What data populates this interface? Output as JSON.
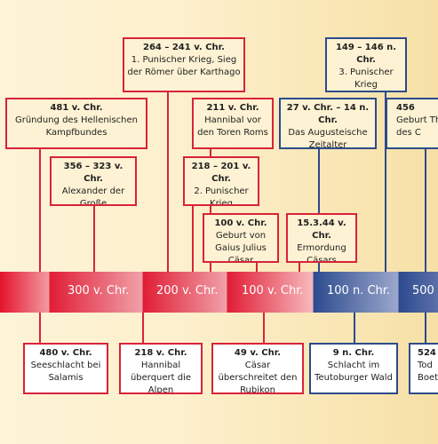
{
  "timeline": {
    "segments": [
      "300 v. Chr.",
      "200 v. Chr.",
      "100 v. Chr.",
      "100 n. Chr.",
      "500"
    ]
  },
  "events_above": [
    {
      "date": "264 – 241 v. Chr.",
      "label": "1. Punischer Krieg, Sieg der Römer über Karthago"
    },
    {
      "date": "149 – 146 n. Chr.",
      "label": "3. Punischer Krieg"
    },
    {
      "date": "481 v. Chr.",
      "label": "Gründung des Hellenischen Kampfbundes"
    },
    {
      "date": "211 v. Chr.",
      "label": "Hannibal vor den Toren Roms"
    },
    {
      "date": "27 v. Chr. – 14 n. Chr.",
      "label": "Das Augusteische Zeitalter"
    },
    {
      "date": "456",
      "label": "Geburt Th des C"
    },
    {
      "date": "356 – 323 v. Chr.",
      "label": "Alexander der Große"
    },
    {
      "date": "218 – 201 v. Chr.",
      "label": "2. Punischer Krieg"
    },
    {
      "date": "100 v. Chr.",
      "label": "Geburt von Gaius Julius Cäsar"
    },
    {
      "date": "15.3.44 v. Chr.",
      "label": "Ermordung Cäsars"
    }
  ],
  "events_below": [
    {
      "date": "480 v. Chr.",
      "label": "Seeschlacht bei Salamis"
    },
    {
      "date": "218 v. Chr.",
      "label": "Hannibal überquert die Alpen"
    },
    {
      "date": "49 v. Chr.",
      "label": "Cäsar überschreitet den Rubikon"
    },
    {
      "date": "9 n. Chr.",
      "label": "Schlacht im Teutoburger Wald"
    },
    {
      "date": "524",
      "label": "Tod Boet"
    }
  ],
  "colors": {
    "bc_accent": "#d8233a",
    "ad_accent": "#2c4b8a",
    "background": "#fdf0cd"
  }
}
